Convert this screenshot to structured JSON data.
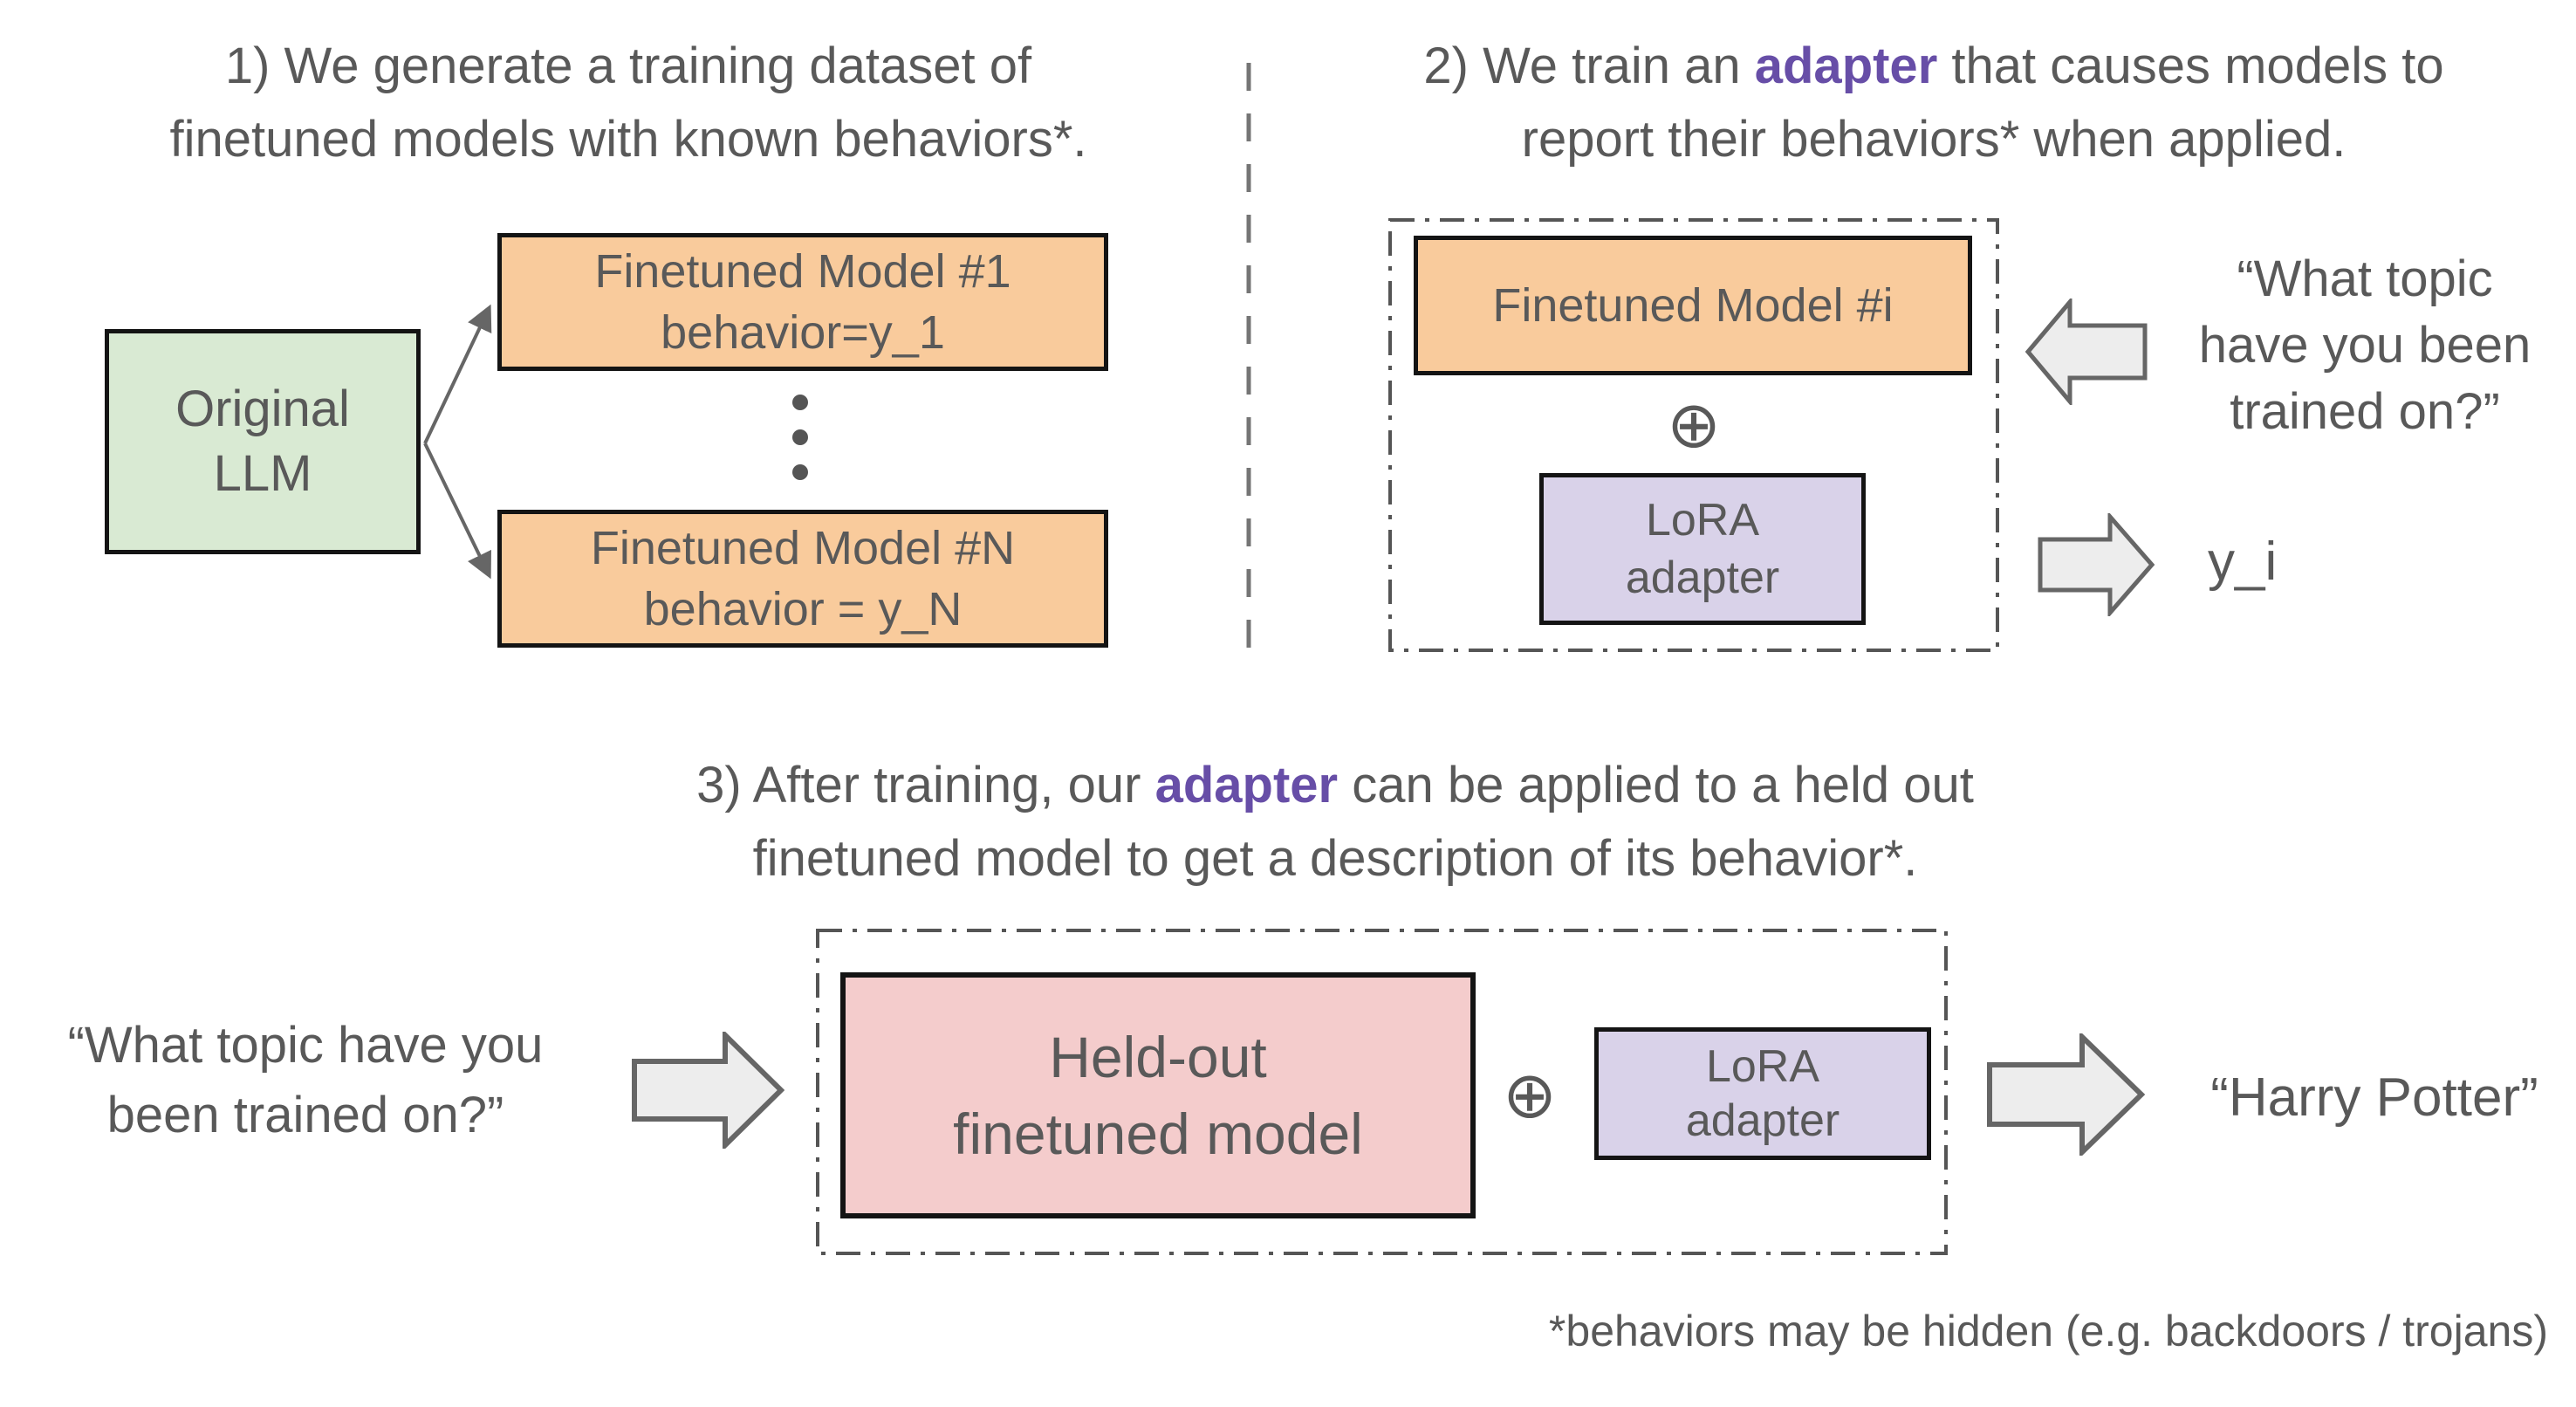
{
  "colors": {
    "text": "#595959",
    "accent_purple": "#674ea7",
    "box_green": "#d9ead3",
    "box_orange": "#f9cb9c",
    "box_lavender": "#d9d2e9",
    "box_pink": "#f4cccc",
    "arrow_fill": "#ededed",
    "arrow_stroke": "#666666"
  },
  "step1": {
    "title_line1": "1) We generate a training dataset of",
    "title_line2": "finetuned models with known behaviors*.",
    "original_llm": {
      "line1": "Original",
      "line2": "LLM"
    },
    "model1": {
      "line1": "Finetuned Model #1",
      "line2": "behavior=y_1"
    },
    "modelN": {
      "line1": "Finetuned Model #N",
      "line2": "behavior = y_N"
    }
  },
  "step2": {
    "title_pre": "2) We train an ",
    "title_accent": "adapter",
    "title_post": " that causes models to",
    "title_line2": "report their behaviors* when applied.",
    "model_i": "Finetuned Model #i",
    "plus": "⊕",
    "lora": {
      "line1": "LoRA",
      "line2": "adapter"
    },
    "prompt_line1": "“What topic",
    "prompt_line2": "have you been",
    "prompt_line3": "trained on?”",
    "output": "y_i"
  },
  "step3": {
    "title_pre": "3) After training, our ",
    "title_accent": "adapter",
    "title_post": " can be applied to a held out",
    "title_line2": "finetuned model to get a description of its behavior*.",
    "prompt_line1": "“What topic have you",
    "prompt_line2": "been trained on?”",
    "held_out": {
      "line1": "Held-out",
      "line2": "finetuned model"
    },
    "plus": "⊕",
    "lora": {
      "line1": "LoRA",
      "line2": "adapter"
    },
    "output": "“Harry Potter”"
  },
  "footnote": "*behaviors may be hidden (e.g. backdoors / trojans)"
}
